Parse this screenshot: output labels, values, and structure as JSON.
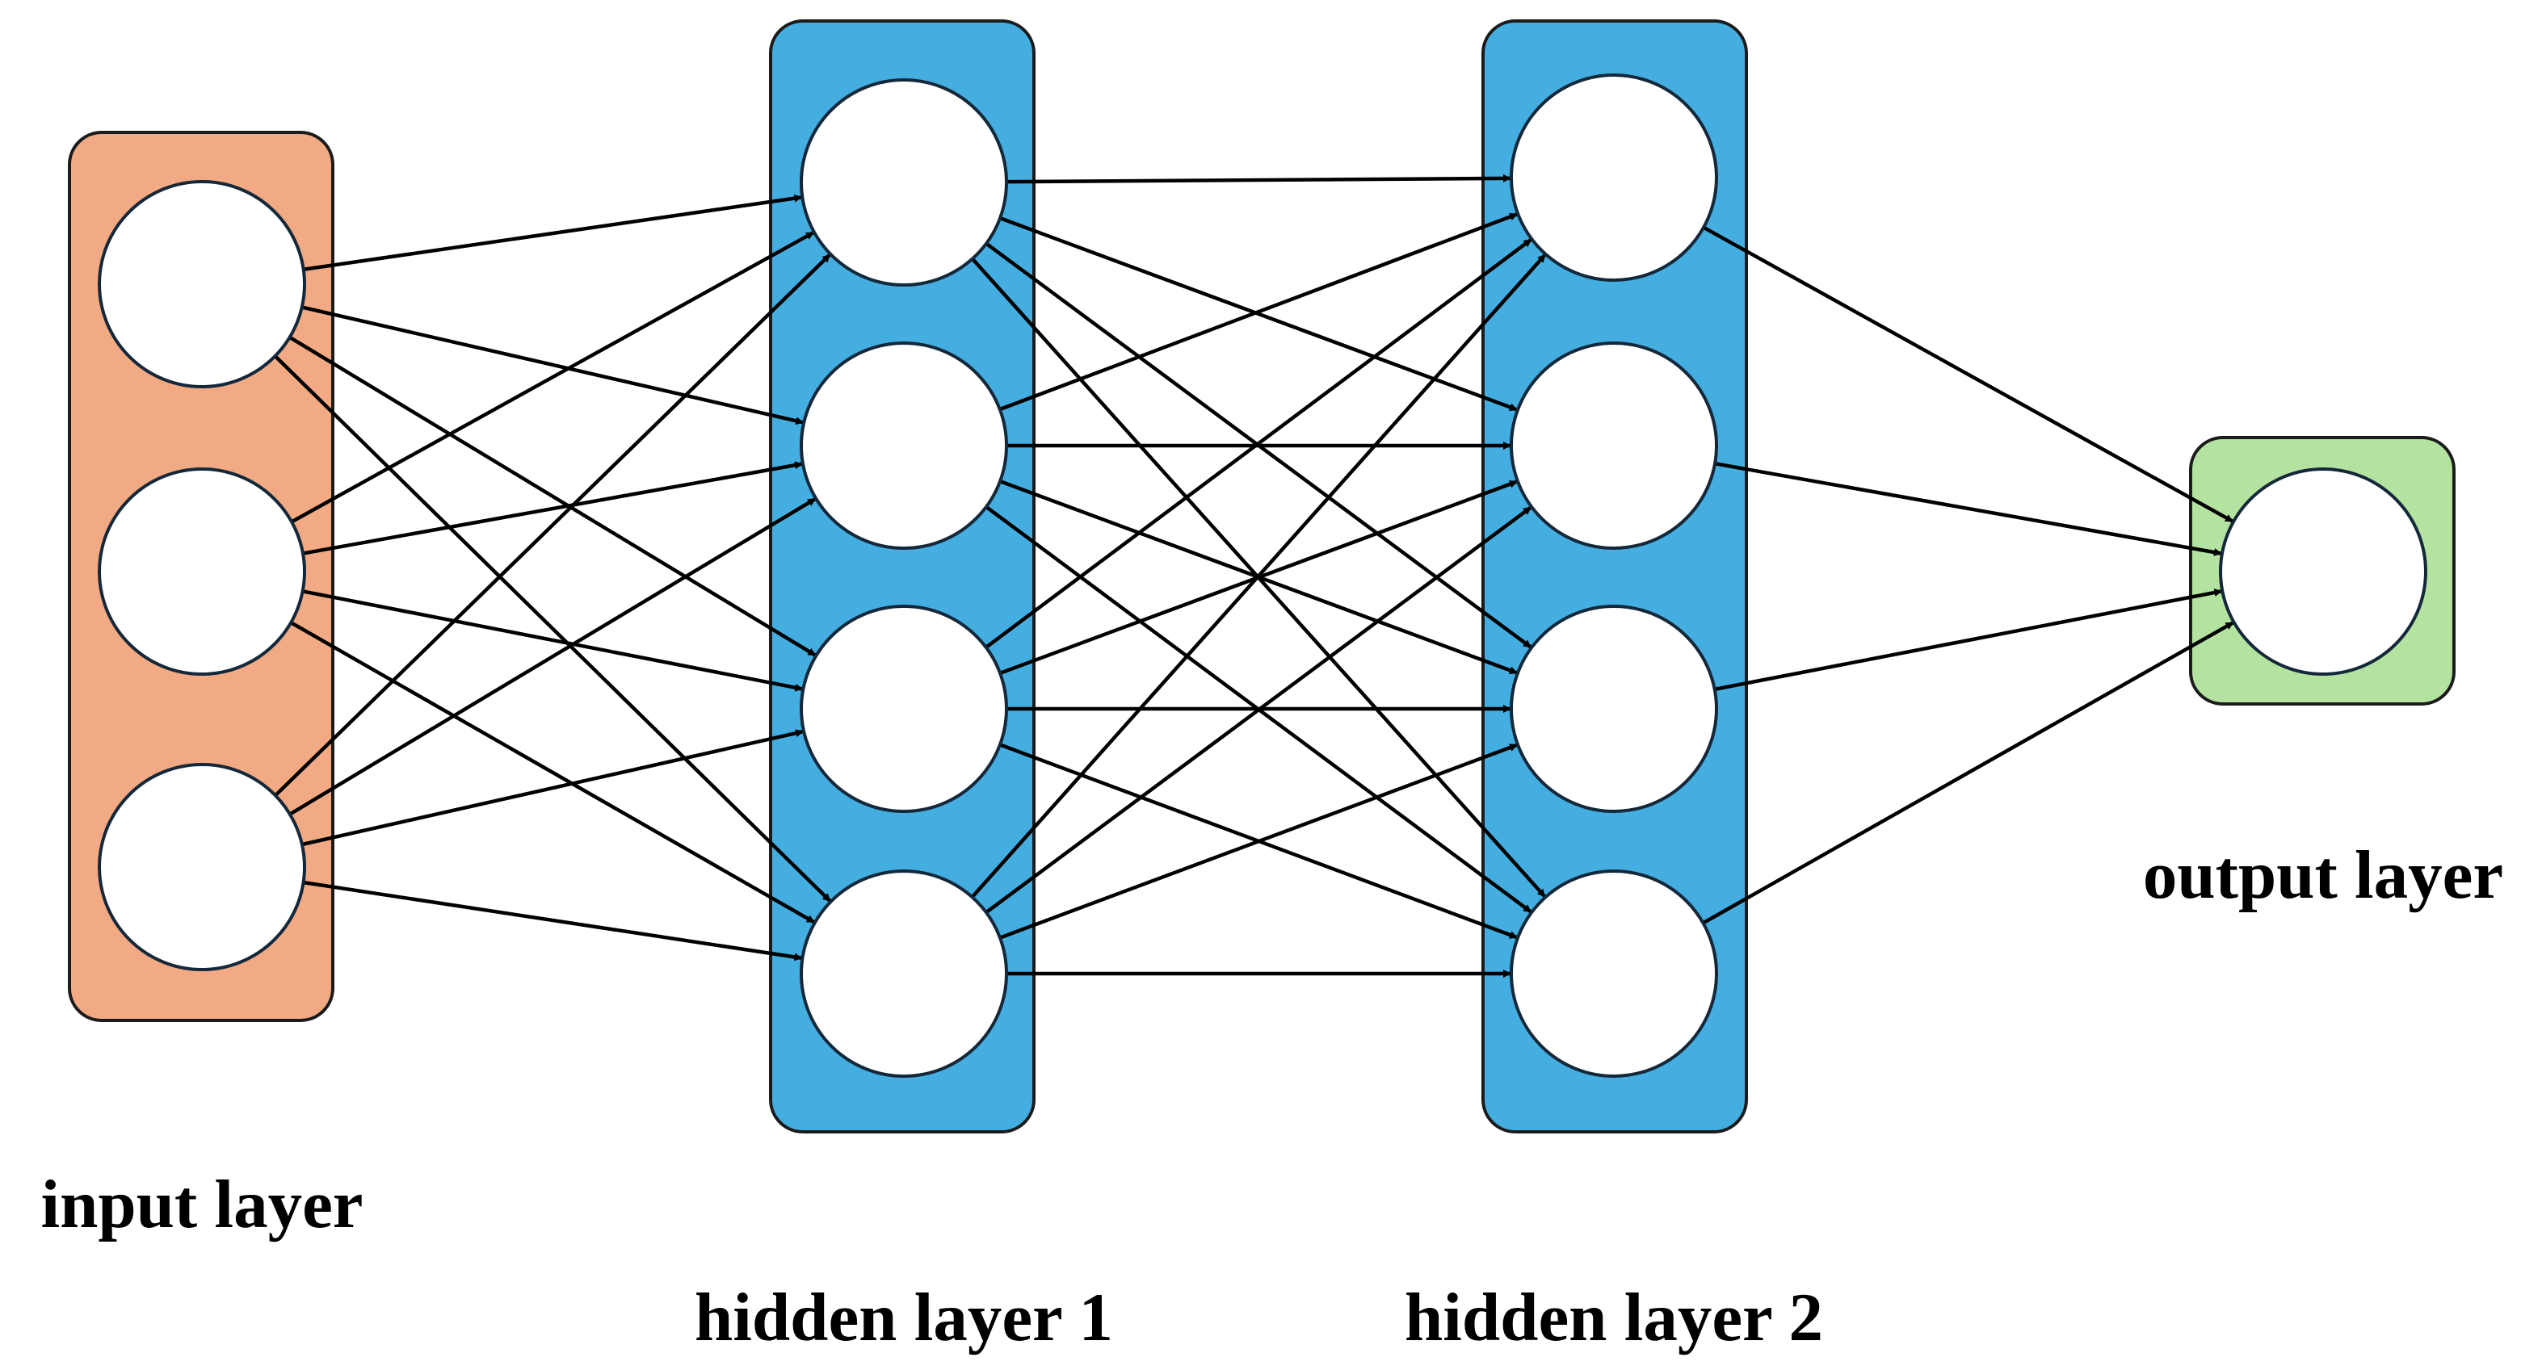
{
  "layers": [
    {
      "id": "input",
      "label": "input layer",
      "neurons": 3,
      "color": "#F2AA84"
    },
    {
      "id": "hidden1",
      "label": "hidden layer 1",
      "neurons": 4,
      "color": "#44AEE0"
    },
    {
      "id": "hidden2",
      "label": "hidden layer 2",
      "neurons": 4,
      "color": "#44AEE0"
    },
    {
      "id": "output",
      "label": "output layer",
      "neurons": 1,
      "color": "#B4E3A1"
    }
  ],
  "connections": "fully-connected, directed left to right",
  "colors": {
    "edge": "#000000",
    "neuron_fill": "#FFFFFF",
    "neuron_stroke": "#14283A"
  }
}
